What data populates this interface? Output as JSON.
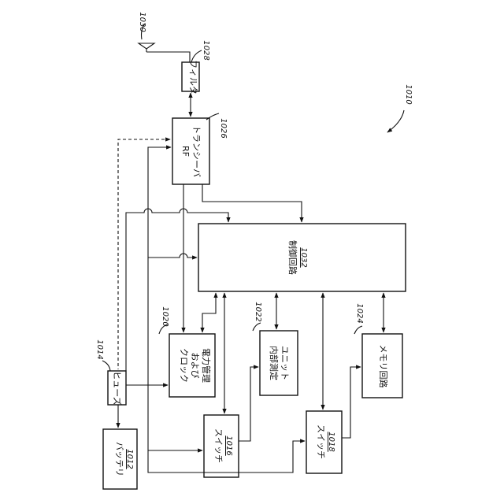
{
  "figure_ref": "1010",
  "antenna": {
    "ref": "1030"
  },
  "blocks": {
    "filter": {
      "label": "フィルタ",
      "ref": "1028"
    },
    "transceiver": {
      "line1": "RF",
      "line2": "トランシーバ",
      "ref": "1026"
    },
    "control": {
      "label": "制御回路",
      "num": "1032"
    },
    "clock": {
      "line1": "クロック",
      "line2": "および",
      "line3": "電力管理",
      "ref": "1020"
    },
    "internal": {
      "line1": "内部測定",
      "line2": "ユニット",
      "ref": "1022"
    },
    "memory": {
      "label": "メモリ回路",
      "ref": "1024"
    },
    "fuse": {
      "label": "ヒューズ",
      "ref": "1014"
    },
    "battery": {
      "label": "バッテリ",
      "num": "1012"
    },
    "switch1": {
      "label": "スイッチ",
      "num": "1016"
    },
    "switch2": {
      "label": "スイッチ",
      "num": "1018"
    }
  }
}
